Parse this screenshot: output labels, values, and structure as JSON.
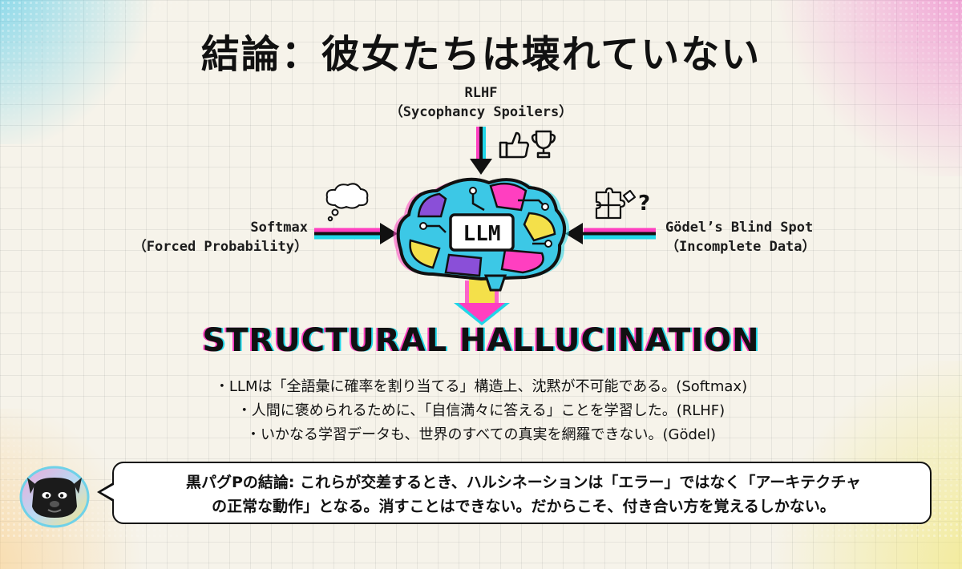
{
  "title": "結論：彼女たちは壊れていない",
  "center_node": "LLM",
  "inputs": {
    "top": {
      "name": "RLHF",
      "sub": "（Sycophancy Spoilers）"
    },
    "left": {
      "name": "Softmax",
      "sub": "（Forced Probability）"
    },
    "right": {
      "name": "Gödel’s Blind Spot",
      "sub": "（Incomplete Data）"
    }
  },
  "icons": {
    "top": [
      "thumbs-up-icon",
      "trophy-icon"
    ],
    "left": [
      "thought-cloud-icon"
    ],
    "right": [
      "puzzle-icon",
      "question-mark-icon"
    ]
  },
  "output": "STRUCTURAL HALLUCINATION",
  "bullets": [
    "・LLMは「全語彙に確率を割り当てる」構造上、沈黙が不可能である。(Softmax)",
    "・人間に褒められるために、「自信満々に答える」ことを学習した。(RLHF)",
    "・いかなる学習データも、世界のすべての真実を網羅できない。(Gödel)"
  ],
  "speech": {
    "line1": "黒パグPの結論: これらが交差するとき、ハルシネーションは「エラー」ではなく「アーキテクチャ",
    "line2": "の正常な動作」となる。消すことはできない。だからこそ、付き合い方を覚えるしかない。"
  },
  "colors": {
    "cyan": "#20d6e8",
    "magenta": "#ff3fc0",
    "yellow": "#f4e04a",
    "purple": "#8a4fd8",
    "ink": "#111111"
  }
}
